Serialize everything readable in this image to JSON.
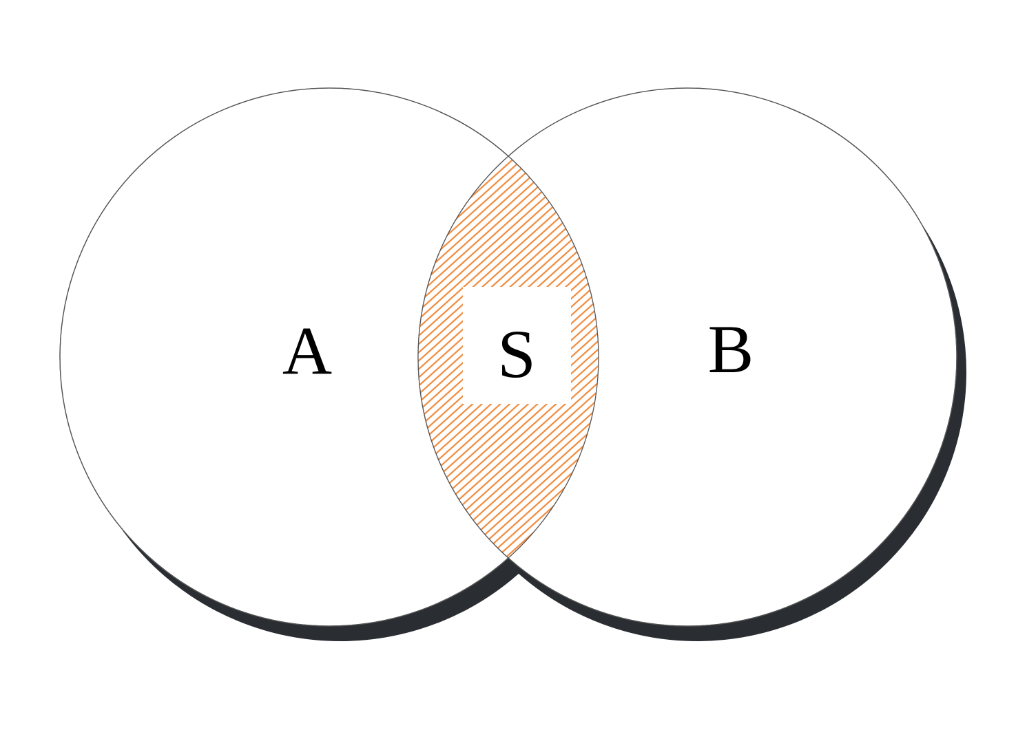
{
  "diagram": {
    "type": "venn",
    "sets": [
      {
        "id": "A",
        "label": "A"
      },
      {
        "id": "B",
        "label": "B"
      }
    ],
    "intersection": {
      "label": "S",
      "sets": [
        "A",
        "B"
      ],
      "highlighted": true
    },
    "colors": {
      "circle_fill": "#ffffff",
      "circle_stroke": "#555555",
      "shadow": "#2a2e33",
      "hatch": "#f08a3c",
      "label_box": "#ffffff",
      "text": "#000000"
    }
  }
}
